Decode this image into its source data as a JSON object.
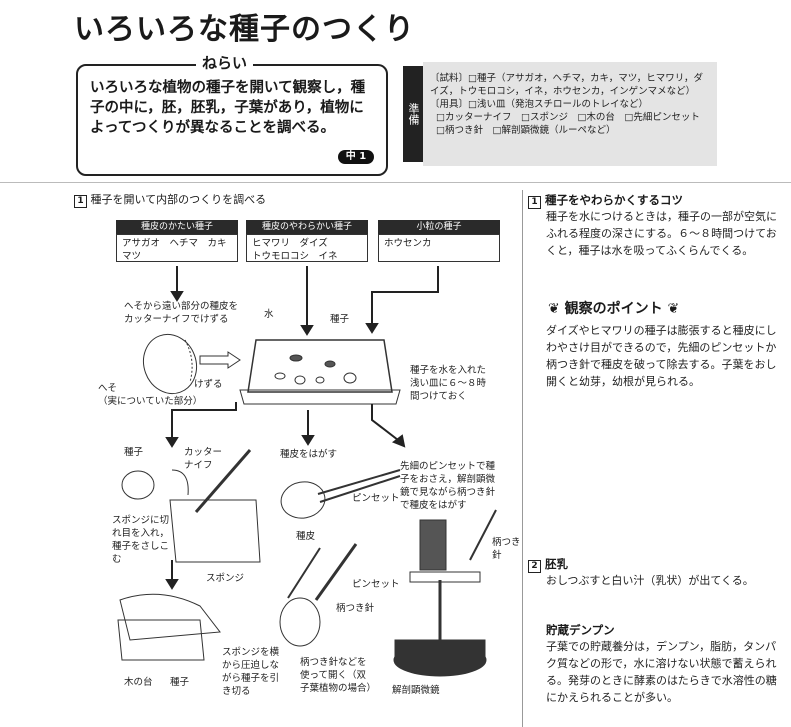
{
  "title": "いろいろな種子のつくり",
  "aim": {
    "heading": "ねらい",
    "text": "いろいろな植物の種子を開いて観察し，種子の中に，胚，胚乳，子葉があり，植物によってつくりが異なることを調べる。",
    "badge": "中 1"
  },
  "prep": {
    "label": "準備",
    "lines": [
      "〔試料〕□種子（アサガオ，ヘチマ，カキ，マツ，ヒマワリ，ダ",
      "イズ，トウモロコシ，イネ，ホウセンカ，インゲンマメなど）",
      "〔用具〕□浅い皿（発泡スチロールのトレイなど）",
      "□カッターナイフ　□スポンジ　□木の台　□先細ピンセット",
      "□柄つき針　□解剖顕微鏡（ルーペなど）"
    ]
  },
  "section1": {
    "num": "1",
    "title": "種子を開いて内部のつくりを調べる"
  },
  "seed_groups": [
    {
      "header": "種皮のかたい種子",
      "items": "アサガオ　ヘチマ　カキ\nマツ"
    },
    {
      "header": "種皮のやわらかい種子",
      "items": "ヒマワリ　ダイズ\nトウモロコシ　イネ"
    },
    {
      "header": "小粒の種子",
      "items": "ホウセンカ"
    }
  ],
  "labels": {
    "cut_note": "へそから遠い部分の種皮を\nカッターナイフでけずる",
    "water": "水",
    "seed": "種子",
    "heso": "へそ\n（実についていた部分）",
    "kezuru": "けずる",
    "soak": "種子を水を入れた\n浅い皿に６～８時\n間つけておく",
    "seed2": "種子",
    "cutter": "カッター\nナイフ",
    "sponge_note": "スポンジに切\nれ目を入れ，\n種子をさしこ\nむ",
    "sponge": "スポンジ",
    "peel": "種皮をはがす",
    "tweezers": "ピンセット",
    "tweezers_note": "先細のピンセットで種\n子をおさえ，解剖顕微\n鏡で見ながら柄つき針\nで種皮をはがす",
    "needle": "柄つき\n針",
    "seedcoat": "種皮",
    "tweezers2": "ピンセット",
    "needle2": "柄つき針",
    "stand": "木の台",
    "seed3": "種子",
    "press_note": "スポンジを横\nから圧迫しな\nがら種子を引\nき切る",
    "open_note": "柄つき針などを\n使って開く（双\n子葉植物の場合）",
    "microscope": "解剖顕微鏡"
  },
  "right": {
    "sec1_num": "1",
    "sec1_title": "種子をやわらかくするコツ",
    "sec1_text": "種子を水につけるときは，種子の一部が空気にふれる程度の深さにする。６～８時間つけておくと，種子は水を吸ってふくらんでくる。",
    "point_title": "観察のポイント",
    "point_text": "ダイズやヒマワリの種子は膨張すると種皮にしわやさけ目ができるので，先細のピンセットか柄つき針で種皮を破って除去する。子葉をおし開くと幼芽，幼根が見られる。",
    "sec2_num": "2",
    "sec2_title": "胚乳",
    "sec2_text": "おしつぶすと白い汁（乳状）が出てくる。",
    "sec3_title": "貯蔵デンプン",
    "sec3_text": "子葉での貯蔵養分は，デンプン，脂肪，タンパク質などの形で，水に溶けない状態で蓄えられる。発芽のときに酵素のはたらきで水溶性の糖にかえられることが多い。"
  }
}
